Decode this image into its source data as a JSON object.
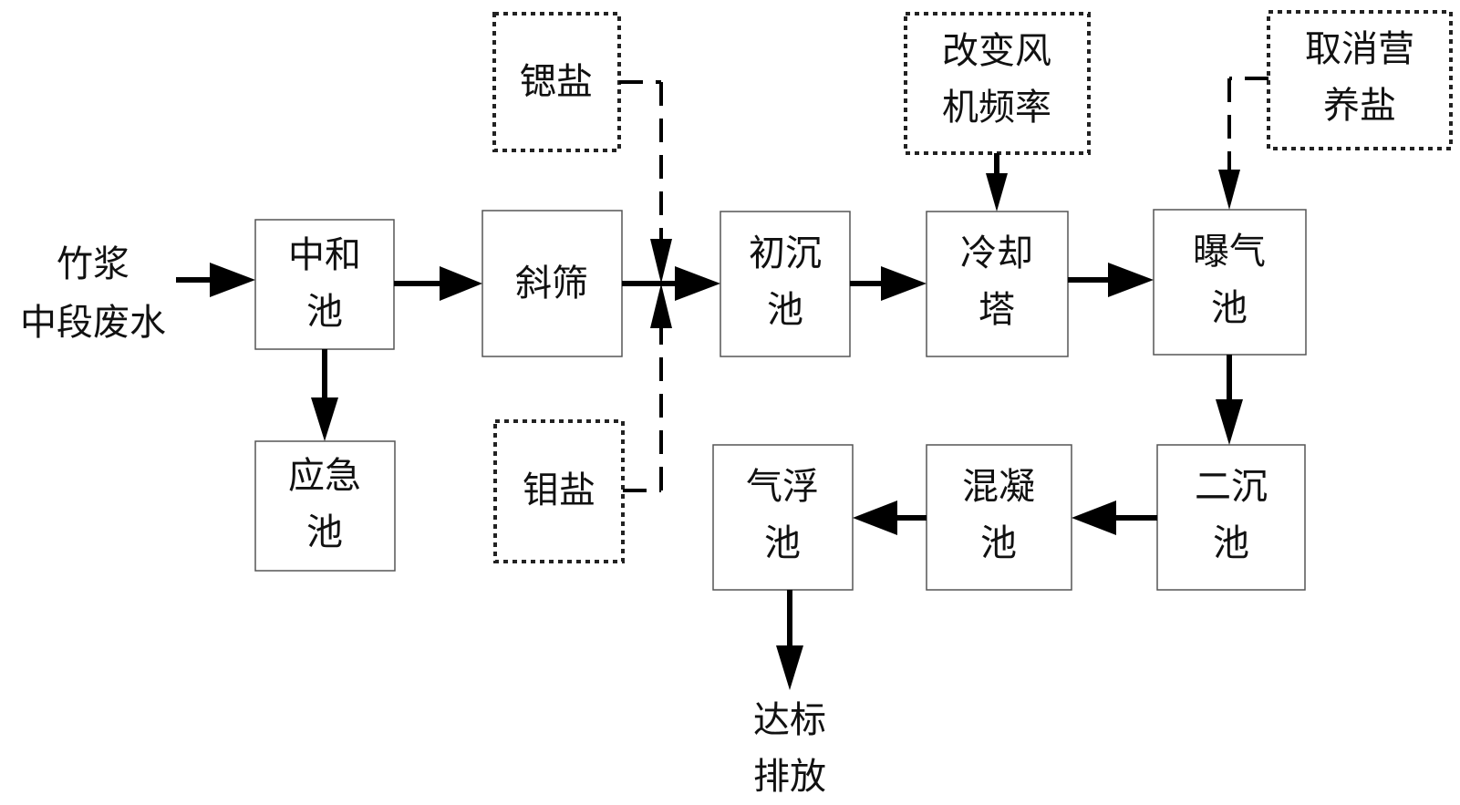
{
  "nodes": {
    "input": [
      "竹浆",
      "中段废水"
    ],
    "neutralization": [
      "中和",
      "池"
    ],
    "emergency": [
      "应急",
      "池"
    ],
    "screen": [
      "斜筛"
    ],
    "primary_settling": [
      "初沉",
      "池"
    ],
    "cooling_tower": [
      "冷却",
      "塔"
    ],
    "aeration": [
      "曝气",
      "池"
    ],
    "secondary_settling": [
      "二沉",
      "池"
    ],
    "coagulation": [
      "混凝",
      "池"
    ],
    "flotation": [
      "气浮",
      "池"
    ],
    "output": [
      "达标",
      "排放"
    ]
  },
  "notes": {
    "strontium_salt": [
      "锶盐"
    ],
    "molybdenum_salt": [
      "钼盐"
    ],
    "fan_frequency": [
      "改变风",
      "机频率"
    ],
    "cancel_nutrient": [
      "取消营",
      "养盐"
    ]
  },
  "colors": {
    "line": "#000000",
    "box_border": "#555555",
    "text": "#111111"
  }
}
